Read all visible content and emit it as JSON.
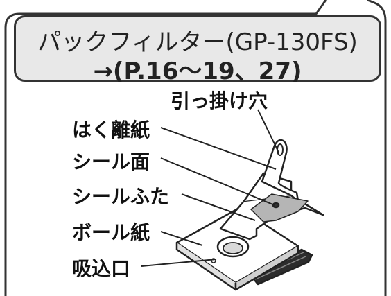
{
  "title": {
    "line1": "パックフィルター(GP-130FS)",
    "line2": "→(P.16〜19、27)"
  },
  "labels": {
    "hook_hole": "引っ掛け穴",
    "release_paper": "はく離紙",
    "seal_surface": "シール面",
    "seal_lid": "シールふた",
    "cardboard": "ボール紙",
    "intake": "吸込口"
  }
}
